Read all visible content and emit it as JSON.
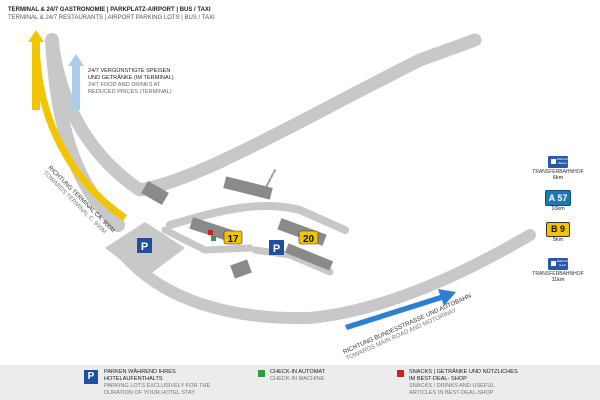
{
  "header": {
    "line_de": "TERMINAL & 24/7 GASTRONOMIE | PARKPLATZ-AIRPORT | BUS / TAXI",
    "line_en": "TERMINAL & 24/7 RESTAURANTS | AIRPORT PARKING LOTS | BUS / TAXI"
  },
  "food": {
    "de1": "24/7 VERGÜNSTIGTE SPEISEN",
    "de2": "UND GETRÄNKE (IM TERMINAL)",
    "en1": "24/7 FOOD AND DRINKS AT",
    "en2": "REDUCED PRICES (TERMINAL)"
  },
  "roads": {
    "terminal_de": "RICHTUNG TERMINAL CA. 900M",
    "terminal_en": "TOWARDS TERMINAL C. 900M",
    "motorway_de": "RICHTUNG BUNDESSTRASSE UND AUTOBAHN",
    "motorway_en": "TOWARDS MAIN ROAD AND MOTORWAY"
  },
  "map_markers": {
    "parking_symbol": "P",
    "lot_17": "17",
    "lot_20": "20"
  },
  "side_panel": {
    "shuttle1_label_top": "Bahnhof",
    "shuttle1_label_bottom": "Weeze",
    "shuttle1_caption": "TRANSFERBAHNHOF",
    "shuttle1_distance": "6km",
    "road_a57": "A 57",
    "road_a57_distance": "10km",
    "road_b9": "B 9",
    "road_b9_distance": "5km",
    "shuttle2_label_top": "Bahnhof",
    "shuttle2_label_bottom": "Goch",
    "shuttle2_caption": "TRANSFERBAHNHOF",
    "shuttle2_distance": "11km"
  },
  "legend": {
    "parking_symbol": "P",
    "parking_de1": "PARKEN WÄHREND IHRES",
    "parking_de2": "HOTELAUFENTHALTS",
    "parking_en1": "PARKING LOTS EXCLUSIVELY FOR THE",
    "parking_en2": "DURATION OF YOUR HOTEL STAY",
    "checkin_de": "CHECK-IN AUTOMAT",
    "checkin_en": "CHECK-IN MACHINE",
    "snacks_de1": "SNACKS | GETRÄNKE UND NÜTZLICHES",
    "snacks_de2": "IM BEST-DEAL- SHOP",
    "snacks_en1": "SNACKS / DRINKS AND USEFUL",
    "snacks_en2": "ARTICLES IN BEST-DEAL-SHOP"
  },
  "colors": {
    "road": "#c8c8c8",
    "building": "#8a8a8a",
    "parking_blue": "#1f4f9e",
    "terminal_arrow_yellow": "#f2c500",
    "arrow_blue": "#2f7fd0",
    "light_blue_arrow": "#a9cdea",
    "checkin_green": "#2e9e3f",
    "shop_red": "#d11f1f"
  }
}
